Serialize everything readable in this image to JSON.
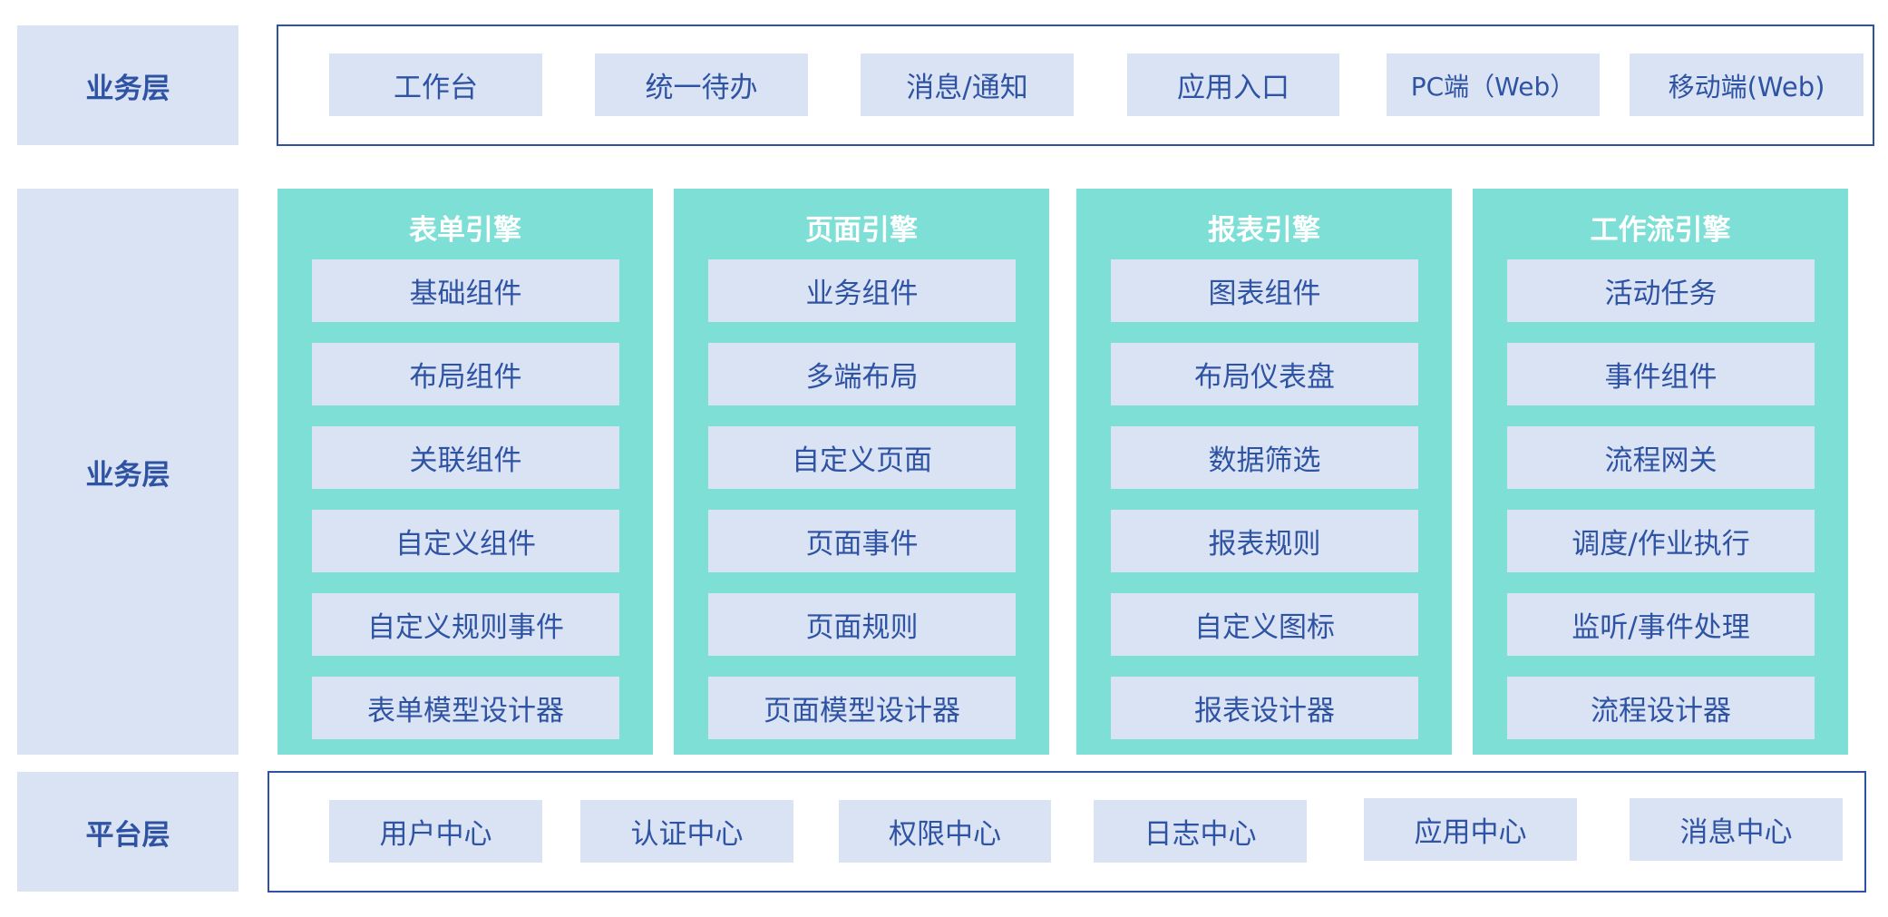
{
  "top_layer": {
    "label": "业务层",
    "items": [
      "工作台",
      "统一待办",
      "消息/通知",
      "应用入口",
      "PC端（Web）",
      "移动端(Web)"
    ]
  },
  "middle_layer": {
    "label": "业务层",
    "engines": [
      {
        "title": "表单引擎",
        "items": [
          "基础组件",
          "布局组件",
          "关联组件",
          "自定义组件",
          "自定义规则事件",
          "表单模型设计器"
        ]
      },
      {
        "title": "页面引擎",
        "items": [
          "业务组件",
          "多端布局",
          "自定义页面",
          "页面事件",
          "页面规则",
          "页面模型设计器"
        ]
      },
      {
        "title": "报表引擎",
        "items": [
          "图表组件",
          "布局仪表盘",
          "数据筛选",
          "报表规则",
          "自定义图标",
          "报表设计器"
        ]
      },
      {
        "title": "工作流引擎",
        "items": [
          "活动任务",
          "事件组件",
          "流程网关",
          "调度/作业执行",
          "监听/事件处理",
          "流程设计器"
        ]
      }
    ]
  },
  "bottom_layer": {
    "label": "平台层",
    "items": [
      "用户中心",
      "认证中心",
      "权限中心",
      "日志中心",
      "应用中心",
      "消息中心"
    ]
  },
  "colors": {
    "label_bg": "#dae3f4",
    "text_blue": "#2f53a3",
    "engine_bg": "#7ddfd6",
    "frame_border": "#2f53a3"
  }
}
